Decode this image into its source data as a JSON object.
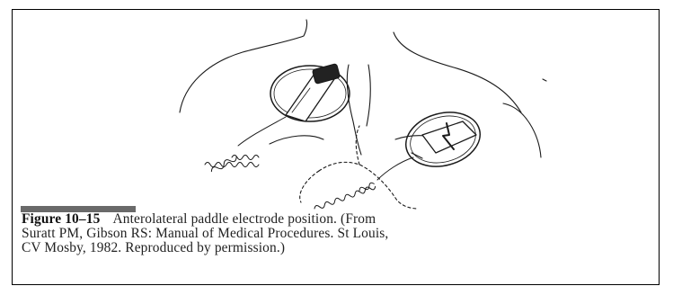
{
  "figure": {
    "label": "Figure 10–15",
    "caption_lines": [
      "Anterolateral paddle electrode position. (From",
      "Suratt PM, Gibson RS: Manual of Medical Procedures. St Louis,",
      "CV Mosby, 1982. Reproduced by permission.)"
    ],
    "illustration_icon": "chest-defibrillator-paddles-drawing"
  }
}
